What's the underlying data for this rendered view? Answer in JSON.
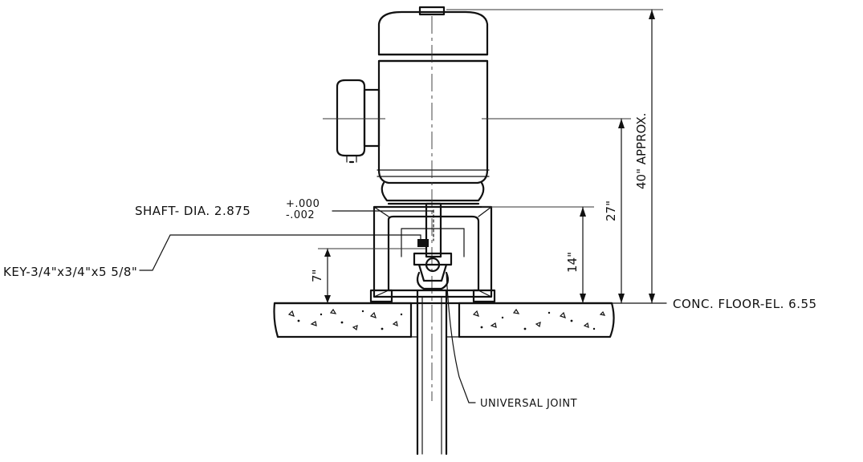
{
  "labels": {
    "shaft": "SHAFT- DIA. 2.875",
    "shaft_tol_plus": "+.000",
    "shaft_tol_minus": "-.002",
    "key": "KEY-3/4\"x3/4\"x5 5/8\"",
    "floor": "CONC. FLOOR-EL. 6.55",
    "joint": "UNIVERSAL JOINT"
  },
  "dimensions": {
    "overall_height": "40\" APPROX.",
    "motor_center": "27\"",
    "coupling_height": "14\"",
    "key_height": "7\""
  },
  "colors": {
    "ink": "#111111",
    "paper": "#ffffff"
  }
}
